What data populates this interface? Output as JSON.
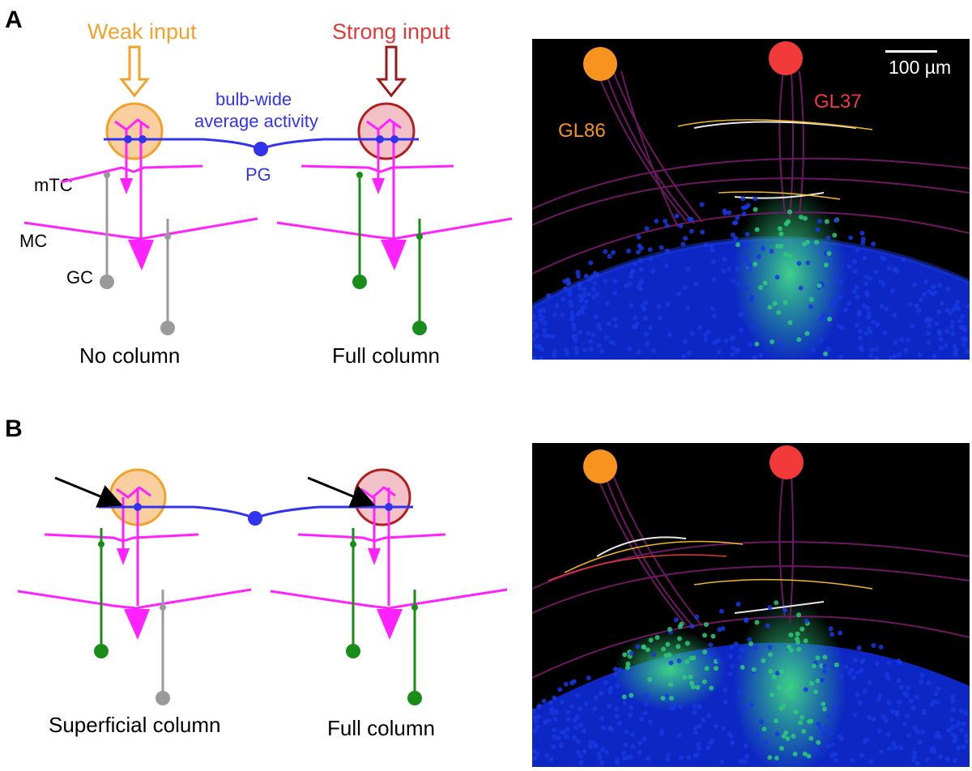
{
  "panels": {
    "a": {
      "letter": "A",
      "weak_input": "Weak input",
      "strong_input": "Strong input",
      "pg_text_1": "bulb-wide",
      "pg_text_2": "average activity",
      "pg_label": "PG",
      "mtc_label": "mTC",
      "mc_label": "MC",
      "gc_label": "GC",
      "left_caption": "No column",
      "right_caption": "Full column",
      "scale_bar": "100 µm",
      "gl_left": "GL86",
      "gl_right": "GL37"
    },
    "b": {
      "letter": "B",
      "left_caption": "Superficial column",
      "right_caption": "Full column"
    }
  },
  "colors": {
    "weak": "#f2a22b",
    "strong": "#e03a3a",
    "mitral": "#ff22ff",
    "pg": "#3333ee",
    "gc_active": "#1a8c1a",
    "gc_inactive": "#9a9a9a",
    "micro_bg": "#000000",
    "micro_cells": "#0d27c4",
    "micro_active_cells": "#2ec97a",
    "micro_dendrites": "#7a1a6e"
  },
  "icons": [
    "hollow-arrow-icon",
    "black-arrow-icon"
  ]
}
